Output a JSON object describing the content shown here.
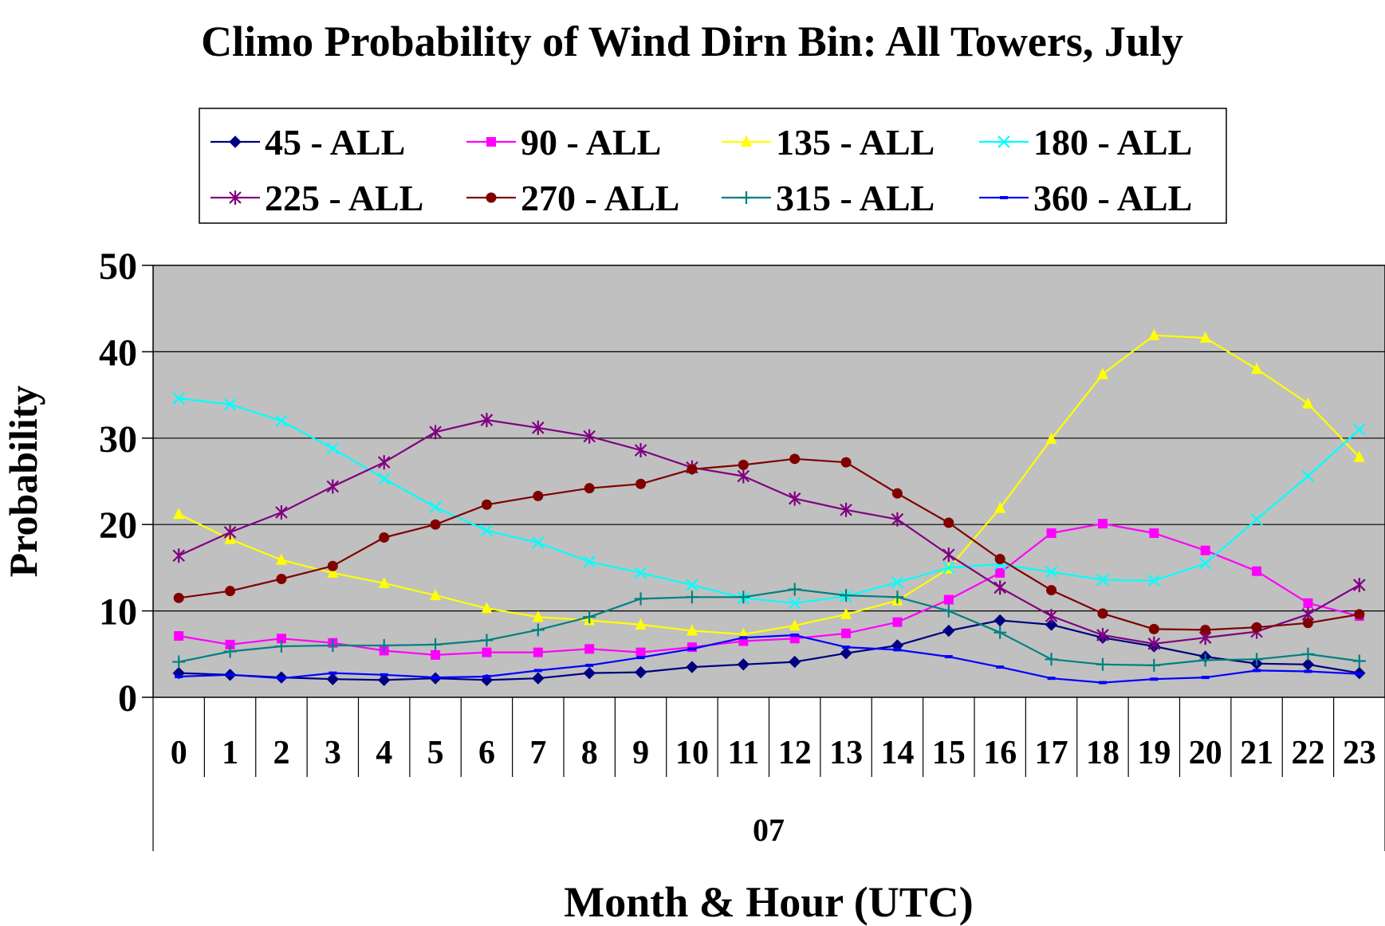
{
  "chart_data": {
    "type": "line",
    "title": "Climo Probability of Wind Dirn Bin: All Towers, July",
    "xlabel": "Month & Hour (UTC)",
    "ylabel": "Probability",
    "group_label": "07",
    "categories": [
      "0",
      "1",
      "2",
      "3",
      "4",
      "5",
      "6",
      "7",
      "8",
      "9",
      "10",
      "11",
      "12",
      "13",
      "14",
      "15",
      "16",
      "17",
      "18",
      "19",
      "20",
      "21",
      "22",
      "23"
    ],
    "ylim": [
      0,
      50
    ],
    "yticks": [
      "0",
      "10",
      "20",
      "30",
      "40",
      "50"
    ],
    "grid": true,
    "legend_position": "top",
    "plot_background": "#c0c0c0",
    "series": [
      {
        "name": "45 - ALL",
        "color": "#000080",
        "marker": "diamond",
        "values": [
          2.8,
          2.6,
          2.3,
          2.1,
          2.0,
          2.2,
          2.0,
          2.2,
          2.8,
          2.9,
          3.5,
          3.8,
          4.1,
          5.1,
          6.0,
          7.7,
          8.9,
          8.4,
          6.9,
          5.9,
          4.7,
          3.9,
          3.8,
          2.8
        ]
      },
      {
        "name": "90 - ALL",
        "color": "#ff00ff",
        "marker": "square",
        "values": [
          7.1,
          6.1,
          6.8,
          6.3,
          5.4,
          4.9,
          5.2,
          5.2,
          5.6,
          5.2,
          5.8,
          6.5,
          6.8,
          7.4,
          8.7,
          11.3,
          14.4,
          19.0,
          20.1,
          19.0,
          17.0,
          14.6,
          10.9,
          9.4
        ]
      },
      {
        "name": "135 - ALL",
        "color": "#ffff00",
        "marker": "triangle",
        "values": [
          21.2,
          18.3,
          15.9,
          14.4,
          13.2,
          11.8,
          10.3,
          9.3,
          8.9,
          8.4,
          7.7,
          7.3,
          8.3,
          9.6,
          11.2,
          14.9,
          21.9,
          29.9,
          37.4,
          41.9,
          41.6,
          38.0,
          34.0,
          27.8
        ]
      },
      {
        "name": "180 - ALL",
        "color": "#00ffff",
        "marker": "x",
        "values": [
          34.6,
          33.9,
          32.0,
          28.8,
          25.3,
          22.0,
          19.3,
          17.9,
          15.7,
          14.4,
          13.0,
          11.5,
          10.9,
          11.7,
          13.3,
          15.0,
          15.4,
          14.5,
          13.6,
          13.5,
          15.5,
          20.6,
          25.6,
          31.0
        ]
      },
      {
        "name": "225 - ALL",
        "color": "#800080",
        "marker": "star",
        "values": [
          16.4,
          19.1,
          21.4,
          24.4,
          27.2,
          30.7,
          32.1,
          31.2,
          30.2,
          28.6,
          26.6,
          25.6,
          23.0,
          21.7,
          20.6,
          16.5,
          12.7,
          9.4,
          7.2,
          6.2,
          6.9,
          7.6,
          9.6,
          13.0
        ]
      },
      {
        "name": "270 - ALL",
        "color": "#800000",
        "marker": "circle",
        "values": [
          11.5,
          12.3,
          13.7,
          15.2,
          18.5,
          20.0,
          22.3,
          23.3,
          24.2,
          24.7,
          26.4,
          26.9,
          27.6,
          27.2,
          23.6,
          20.2,
          16.0,
          12.4,
          9.7,
          7.9,
          7.8,
          8.1,
          8.6,
          9.6
        ]
      },
      {
        "name": "315 - ALL",
        "color": "#008080",
        "marker": "plus",
        "values": [
          4.1,
          5.3,
          5.9,
          6.0,
          6.0,
          6.1,
          6.6,
          7.8,
          9.3,
          11.4,
          11.6,
          11.6,
          12.5,
          11.8,
          11.6,
          10.0,
          7.5,
          4.4,
          3.8,
          3.7,
          4.3,
          4.4,
          5.0,
          4.2
        ]
      },
      {
        "name": "360 - ALL",
        "color": "#0000ff",
        "marker": "dash",
        "values": [
          2.4,
          2.6,
          2.2,
          2.8,
          2.6,
          2.3,
          2.4,
          3.1,
          3.7,
          4.6,
          5.6,
          6.9,
          7.2,
          5.8,
          5.5,
          4.7,
          3.5,
          2.2,
          1.7,
          2.1,
          2.3,
          3.1,
          3.0,
          2.7
        ]
      }
    ]
  }
}
